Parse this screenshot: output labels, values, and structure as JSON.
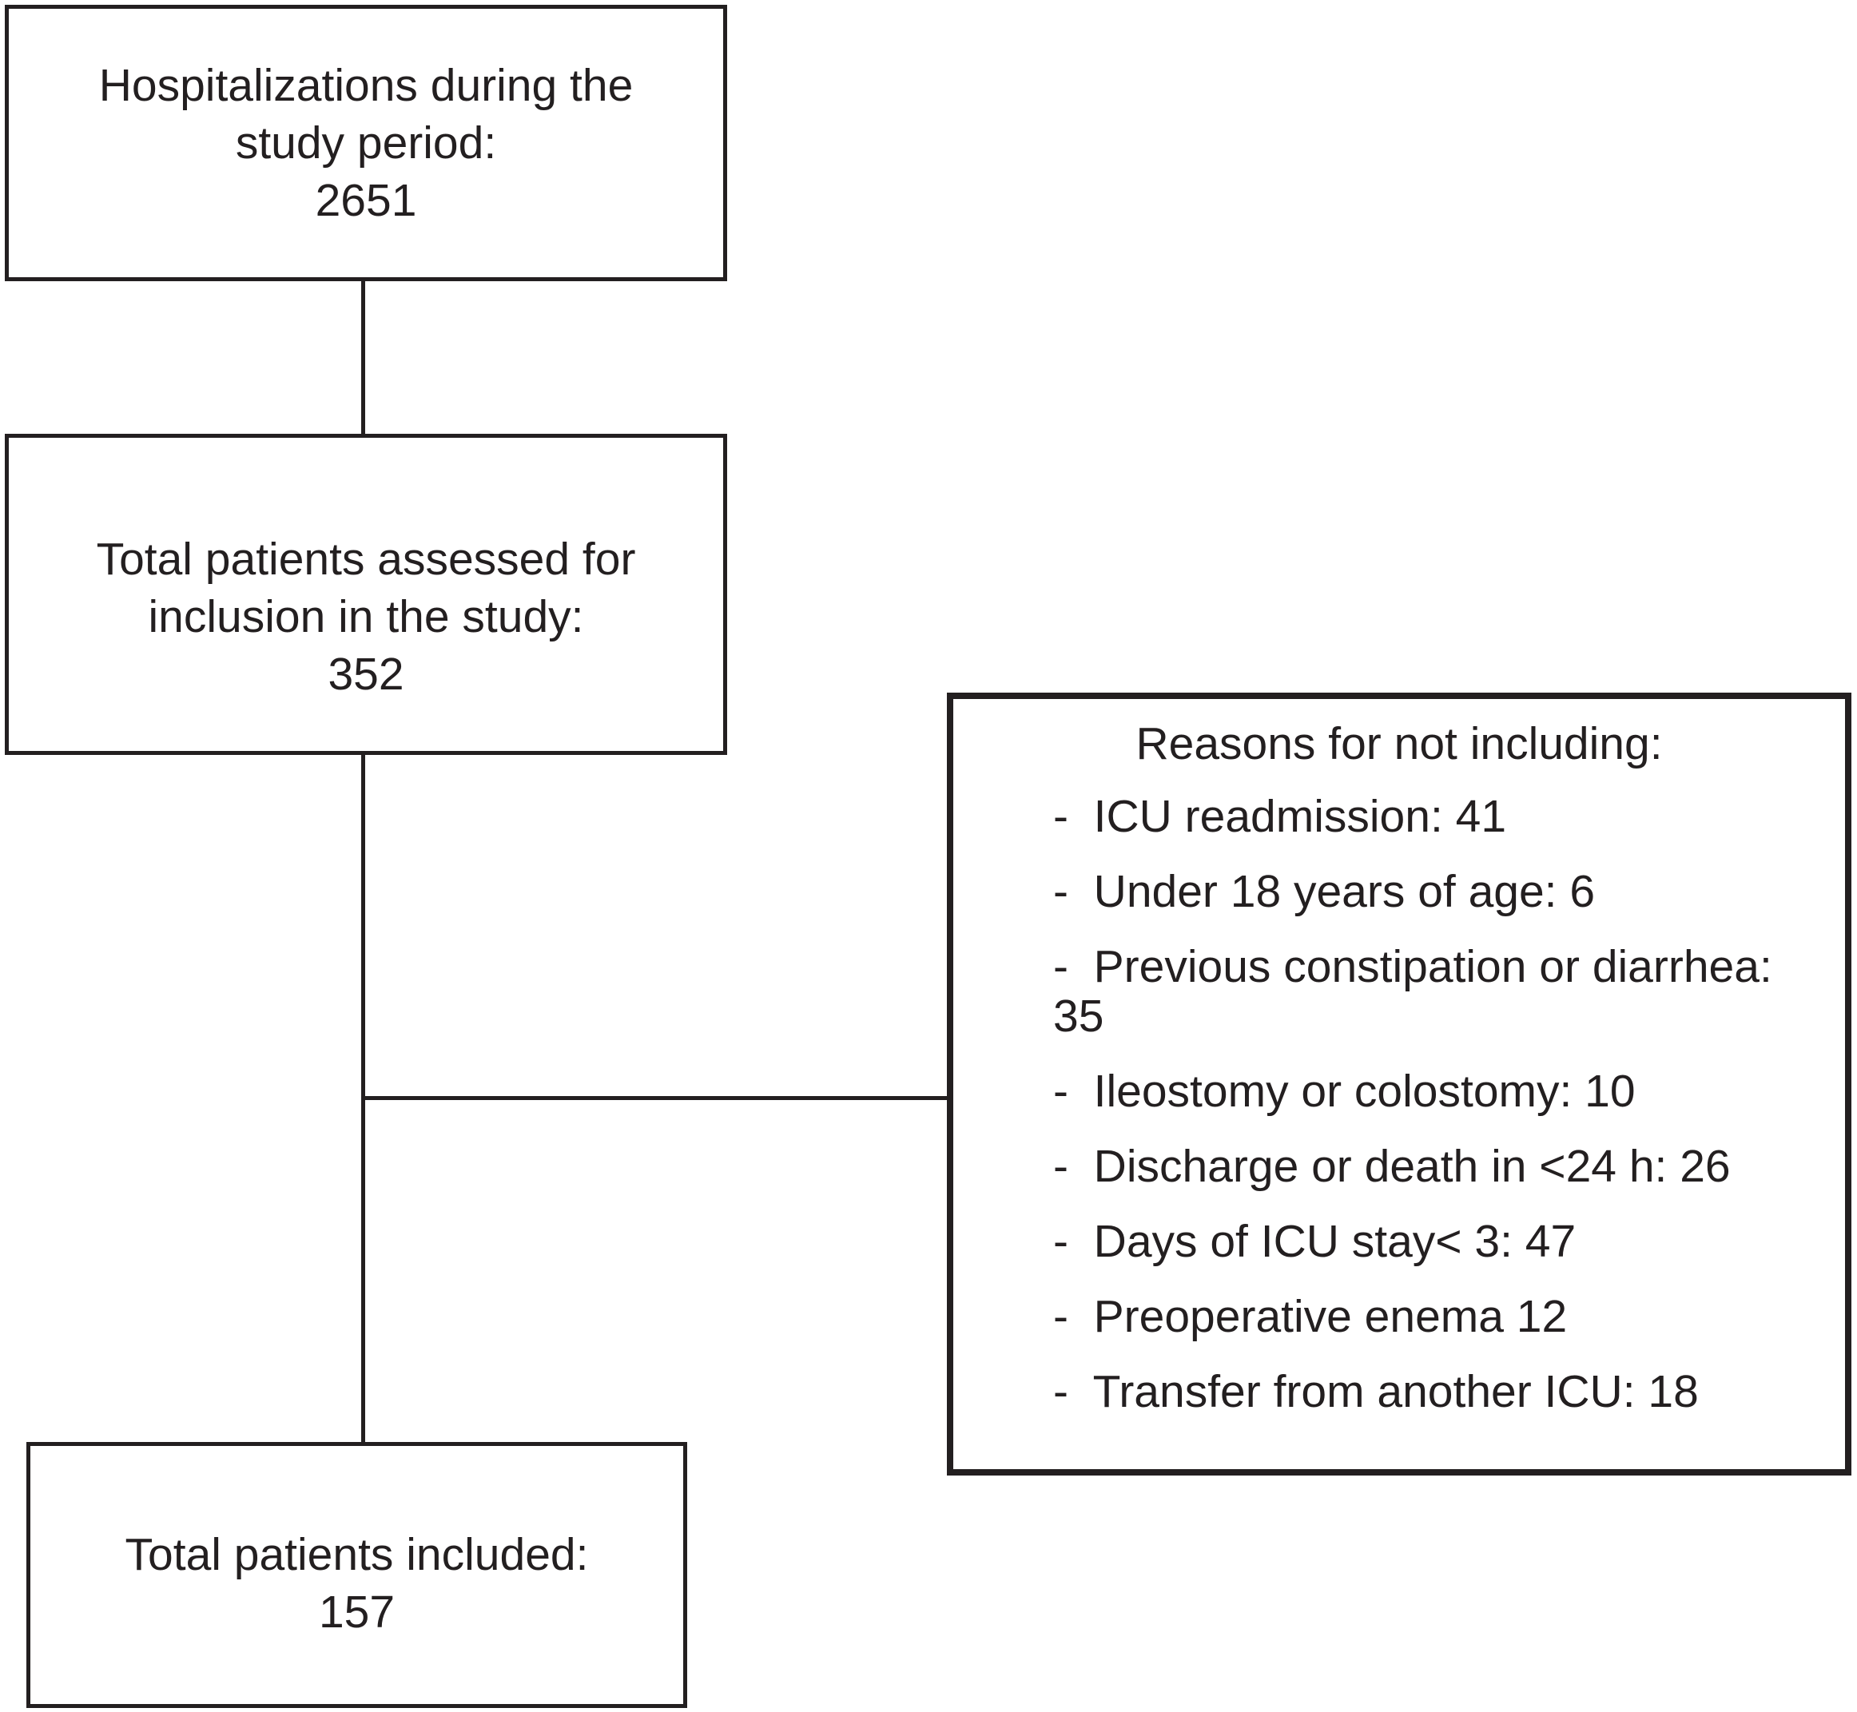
{
  "ink_color": "#231f20",
  "flowchart": {
    "hospitalizations_box": {
      "text": "Hospitalizations during the\nstudy period:\n2651"
    },
    "assessed_box": {
      "text": "Total patients assessed for\ninclusion in the study:\n352"
    },
    "exclusion_box": {
      "title": "Reasons for not including:",
      "items": [
        "-  ICU readmission: 41",
        "-  Under 18 years of age: 6",
        "-  Previous constipation or diarrhea:\n35",
        "-  Ileostomy or colostomy: 10",
        "-  Discharge or death in <24 h: 26",
        "-  Days of ICU stay< 3: 47",
        "-  Preoperative enema 12",
        "-  Transfer from another ICU: 18"
      ]
    },
    "included_box": {
      "text": "Total patients included:\n157"
    }
  }
}
